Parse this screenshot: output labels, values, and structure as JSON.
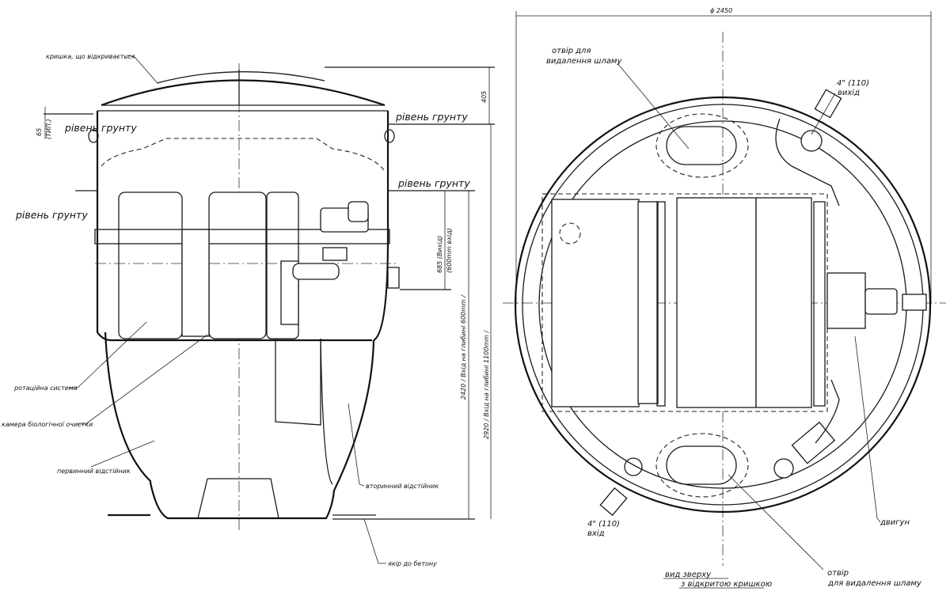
{
  "side_view": {
    "lid_label": "кришка, що відкривається",
    "ground_level_1": "рівень грунту",
    "ground_level_2": "рівень грунту",
    "ground_level_3": "рівень грунту",
    "dim_65": "65",
    "dim_65_note": "(ТИП.)",
    "dim_405": "405",
    "dim_685": "685 (Вихід)",
    "dim_685_note": "(600mm вхід)",
    "dim_2420": "2420 /   Вхід на глибині 600mm /",
    "dim_2920": "2920 /   Вхід на глибині 1100mm /",
    "rotation_system": "ротаційна система",
    "bio_chamber": "камера біологічної очистки",
    "primary_settler": "первинний відстійник",
    "secondary_settler": "вторинний відстійник",
    "anchor": "якір до бетону"
  },
  "top_view": {
    "diameter": "ϕ 2450",
    "sludge_hole_top_1": "отвір для",
    "sludge_hole_top_2": "видалення шламу",
    "outlet_1": "4\" (110)",
    "outlet_2": "вихід",
    "inlet_1": "4\" (110)",
    "inlet_2": "вхід",
    "motor": "двигун",
    "caption_1": "вид зверху",
    "caption_2": "з відкритою кришкою",
    "sludge_hole_bottom_1": "отвір",
    "sludge_hole_bottom_2": "для видалення шламу"
  }
}
